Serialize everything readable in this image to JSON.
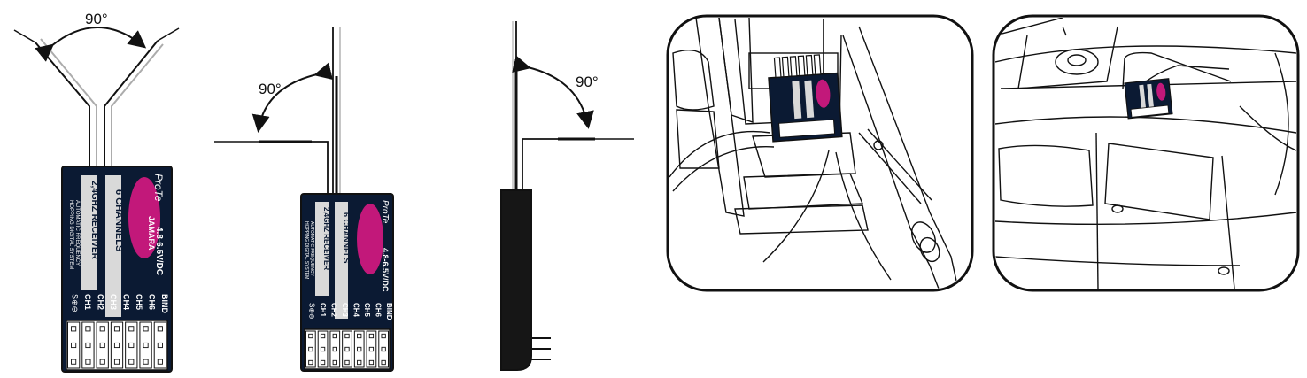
{
  "angle_labels": {
    "v_antenna": "90°",
    "l_front": "90°",
    "l_side": "90°"
  },
  "receiver": {
    "brand_script": "ProTe",
    "logo": "JAMARA",
    "line_channels": "6 CHANNELS",
    "line_band": "2,4GHZ RECEIVER",
    "line_voltage": "4.8-6.5V/DC",
    "line_auto": "AUTOMATIC FREQUENCY",
    "line_hop": "HOPPING DIGITAL SYSTEM",
    "ports": [
      "CH1",
      "CH2",
      "CH3",
      "CH4",
      "CH5",
      "CH6",
      "BIND"
    ],
    "pin_symbols": "S⊕⊖"
  },
  "colors": {
    "receiver_body": "#0b1a33",
    "logo_magenta": "#c2187a",
    "line": "#111111"
  }
}
